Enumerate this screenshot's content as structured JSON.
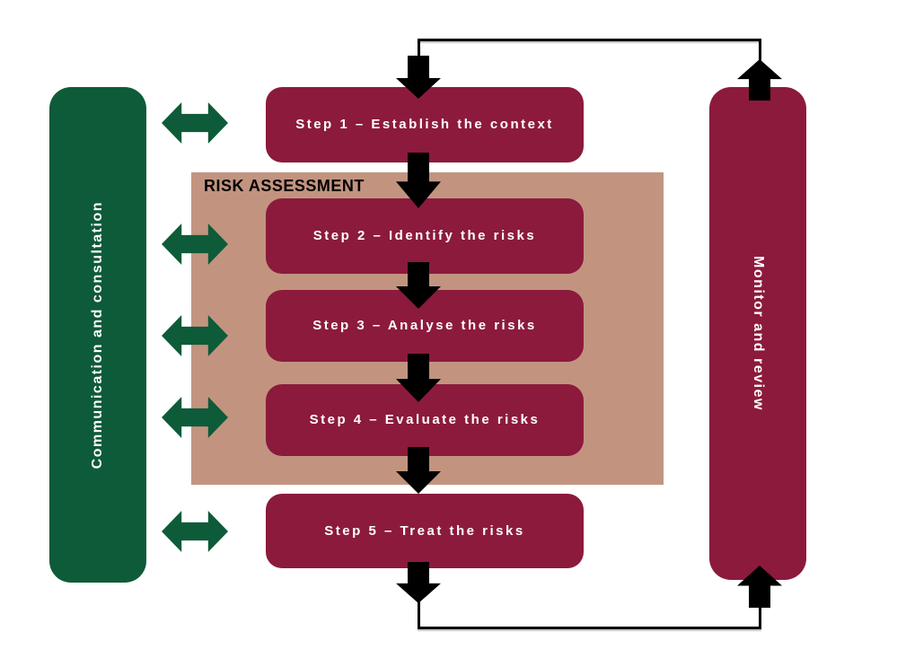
{
  "diagram": {
    "assessment_label": "RISK ASSESSMENT",
    "left_bar": {
      "label": "Communication and consultation"
    },
    "right_bar": {
      "label": "Monitor and review"
    },
    "steps": [
      {
        "label": "Step 1 – Establish the context"
      },
      {
        "label": "Step 2 – Identify the risks"
      },
      {
        "label": "Step 3 – Analyse the risks"
      },
      {
        "label": "Step 4 – Evaluate the risks"
      },
      {
        "label": "Step 5 – Treat the risks"
      }
    ],
    "icons": {
      "side_arrows": "bidirectional-arrow-icon",
      "flow_arrows": "down-arrow-icon",
      "feedback_arrows": "up-arrow-icon"
    },
    "colors": {
      "maroon": "#8C1A3C",
      "green": "#0E5B39",
      "tan": "#C29480",
      "connector": "#000000",
      "step_text": "#FFFFFF"
    }
  }
}
